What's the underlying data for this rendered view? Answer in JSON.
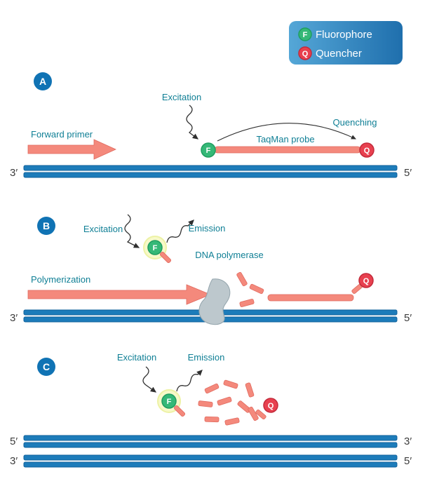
{
  "legend": {
    "fluorophore_symbol": "F",
    "fluorophore_label": "Fluorophore",
    "quencher_symbol": "Q",
    "quencher_label": "Quencher"
  },
  "panel_a": {
    "letter": "A",
    "excitation": "Excitation",
    "forward_primer": "Forward primer",
    "taqman_probe": "TaqMan probe",
    "quenching": "Quenching",
    "fluorophore_symbol": "F",
    "quencher_symbol": "Q",
    "left_end": "3′",
    "right_end": "5′"
  },
  "panel_b": {
    "letter": "B",
    "excitation": "Excitation",
    "emission": "Emission",
    "dna_polymerase": "DNA polymerase",
    "polymerization": "Polymerization",
    "fluorophore_symbol": "F",
    "quencher_symbol": "Q",
    "left_end": "3′",
    "right_end": "5′"
  },
  "panel_c": {
    "letter": "C",
    "excitation": "Excitation",
    "emission": "Emission",
    "fluorophore_symbol": "F",
    "quencher_symbol": "Q",
    "strand1_left": "5′",
    "strand1_right": "3′",
    "strand2_left": "3′",
    "strand2_right": "5′"
  },
  "colors": {
    "strand_blue": "#1d7cba",
    "primer_pink": "#f4897c",
    "label_teal": "#0f7f95",
    "fluorophore_green": "#35b877",
    "quencher_red": "#e8404f",
    "glow_yellow": "#f7f9c9",
    "polymerase_gray": "#bdc8cd",
    "legend_blue_start": "#55a7d7",
    "legend_blue_end": "#1f6fad",
    "panel_badge_blue": "#1073b4"
  }
}
